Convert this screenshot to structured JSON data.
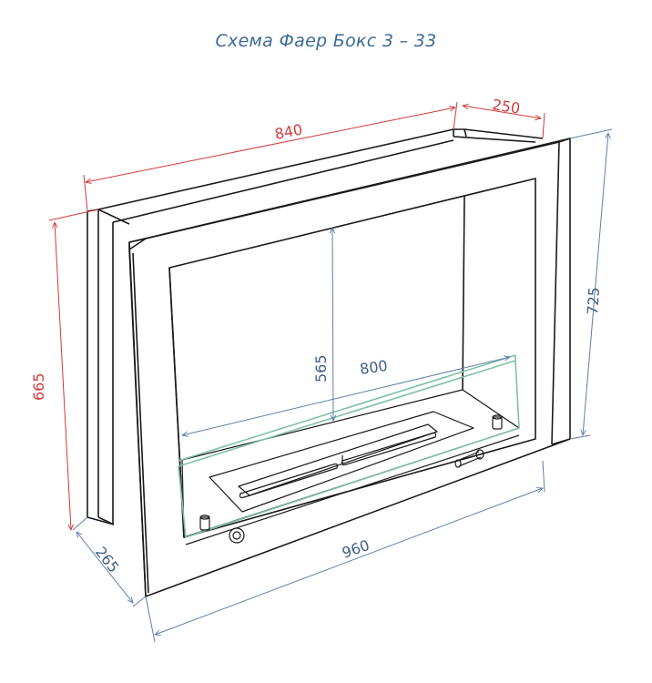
{
  "title": "Схема Фаер Бокс 3 – 33",
  "dimensions": {
    "width_back": "840",
    "depth_top": "250",
    "height_back": "665",
    "height_front": "725",
    "inner_height": "565",
    "inner_width": "800",
    "width_front": "960",
    "depth_bottom": "265"
  },
  "colors": {
    "title": "#3d6a95",
    "red_dimension": "#cf3a3a",
    "blue_dimension": "#3f5f84",
    "glass": "#7fc1a4"
  }
}
